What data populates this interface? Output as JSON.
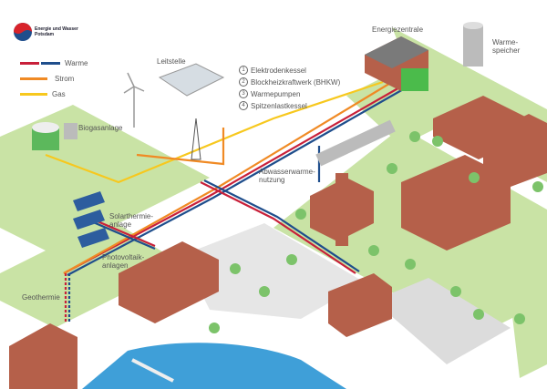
{
  "logo": {
    "line1": "Energie und Wasser",
    "line2": "Potsdam"
  },
  "legend": [
    {
      "label": "Warme",
      "colors": [
        "#c8203a",
        "#1f4e8c"
      ]
    },
    {
      "label": "Strom",
      "colors": [
        "#f08a24"
      ]
    },
    {
      "label": "Gas",
      "colors": [
        "#f7c81e"
      ]
    }
  ],
  "components": [
    {
      "num": "1",
      "label": "Elektrodenkessel"
    },
    {
      "num": "2",
      "label": "Blockheizkraftwerk (BHKW)"
    },
    {
      "num": "3",
      "label": "Warmepumpen"
    },
    {
      "num": "4",
      "label": "Spitzenlastkessel"
    }
  ],
  "labels": {
    "leitstelle": "Leitstelle",
    "energiezentrale": "Energiezentrale",
    "waermespeicher": "Warme-\nspeicher",
    "biogas": "Biogasanlage",
    "abwasser": "Abwasserwarme-\nnutzung",
    "solarthermie": "Solarthermie-\nanlage",
    "photovoltaik": "Photovoltaik-\nanlagen",
    "geothermie": "Geothermie"
  },
  "colors": {
    "grass": "#c9e3a5",
    "road": "#f2f2f2",
    "water": "#3f9fd8",
    "brick": "#b5604a",
    "roof": "#7a7a7a",
    "tree": "#7cc36a"
  }
}
